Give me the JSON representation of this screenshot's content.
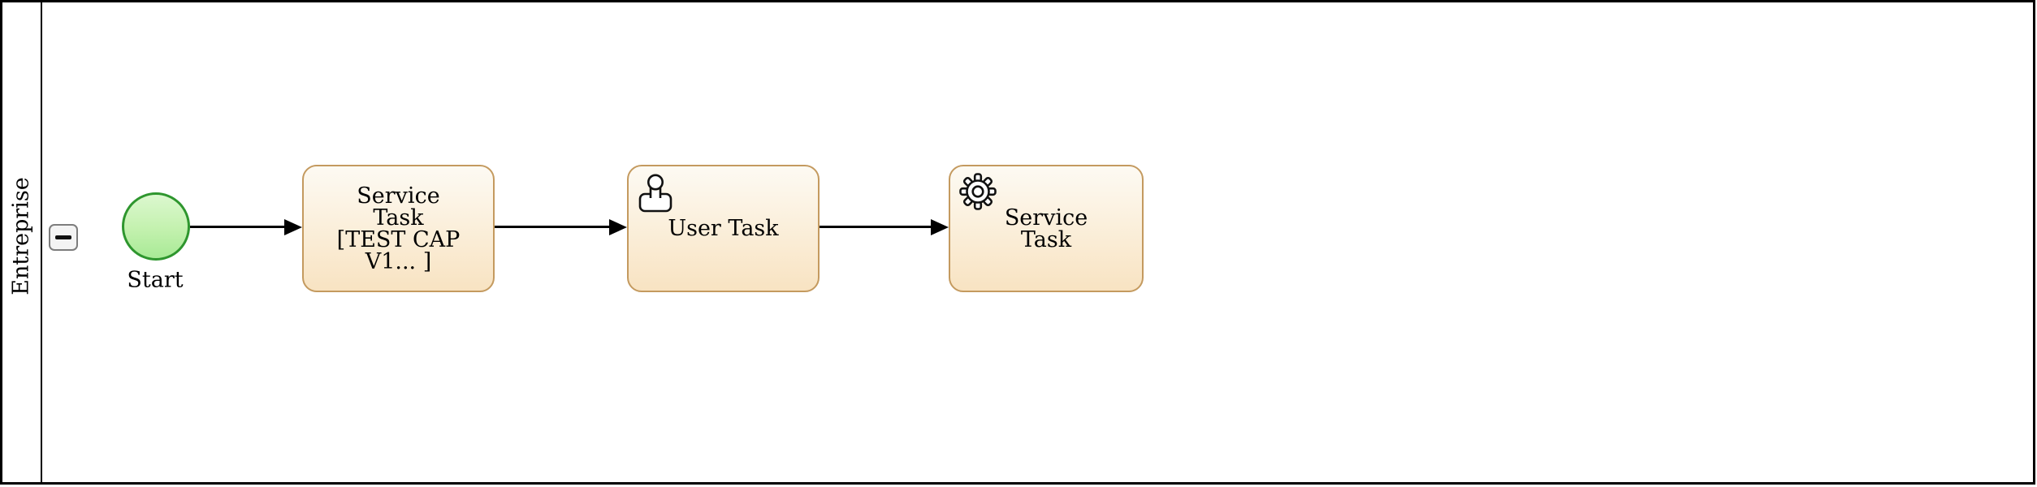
{
  "lane": {
    "label": "Entreprise",
    "collapse_glyph": "−"
  },
  "nodes": {
    "start": {
      "type": "start-event",
      "label": "Start"
    },
    "task1": {
      "type": "service-task",
      "lines": [
        "Service",
        "Task",
        "[TEST CAP",
        "V1... ]"
      ]
    },
    "task2": {
      "type": "user-task",
      "label": "User Task",
      "icon": "user-icon"
    },
    "task3": {
      "type": "service-task",
      "lines": [
        "Service",
        "Task"
      ],
      "icon": "gear-icon"
    }
  },
  "flows": [
    {
      "from": "start",
      "to": "task1"
    },
    {
      "from": "task1",
      "to": "task2"
    },
    {
      "from": "task2",
      "to": "task3"
    }
  ],
  "colors": {
    "task_border": "#c49a5f",
    "task_fill_top": "#fdfaf3",
    "task_fill_bottom": "#f8e3c2",
    "start_border": "#2e962e",
    "start_fill_top": "#dcf8cf",
    "start_fill_bottom": "#a8ea96",
    "flow": "#000000",
    "pool_border": "#000000",
    "button_border": "#7d7d7d",
    "button_fill": "#f4f4f4"
  }
}
